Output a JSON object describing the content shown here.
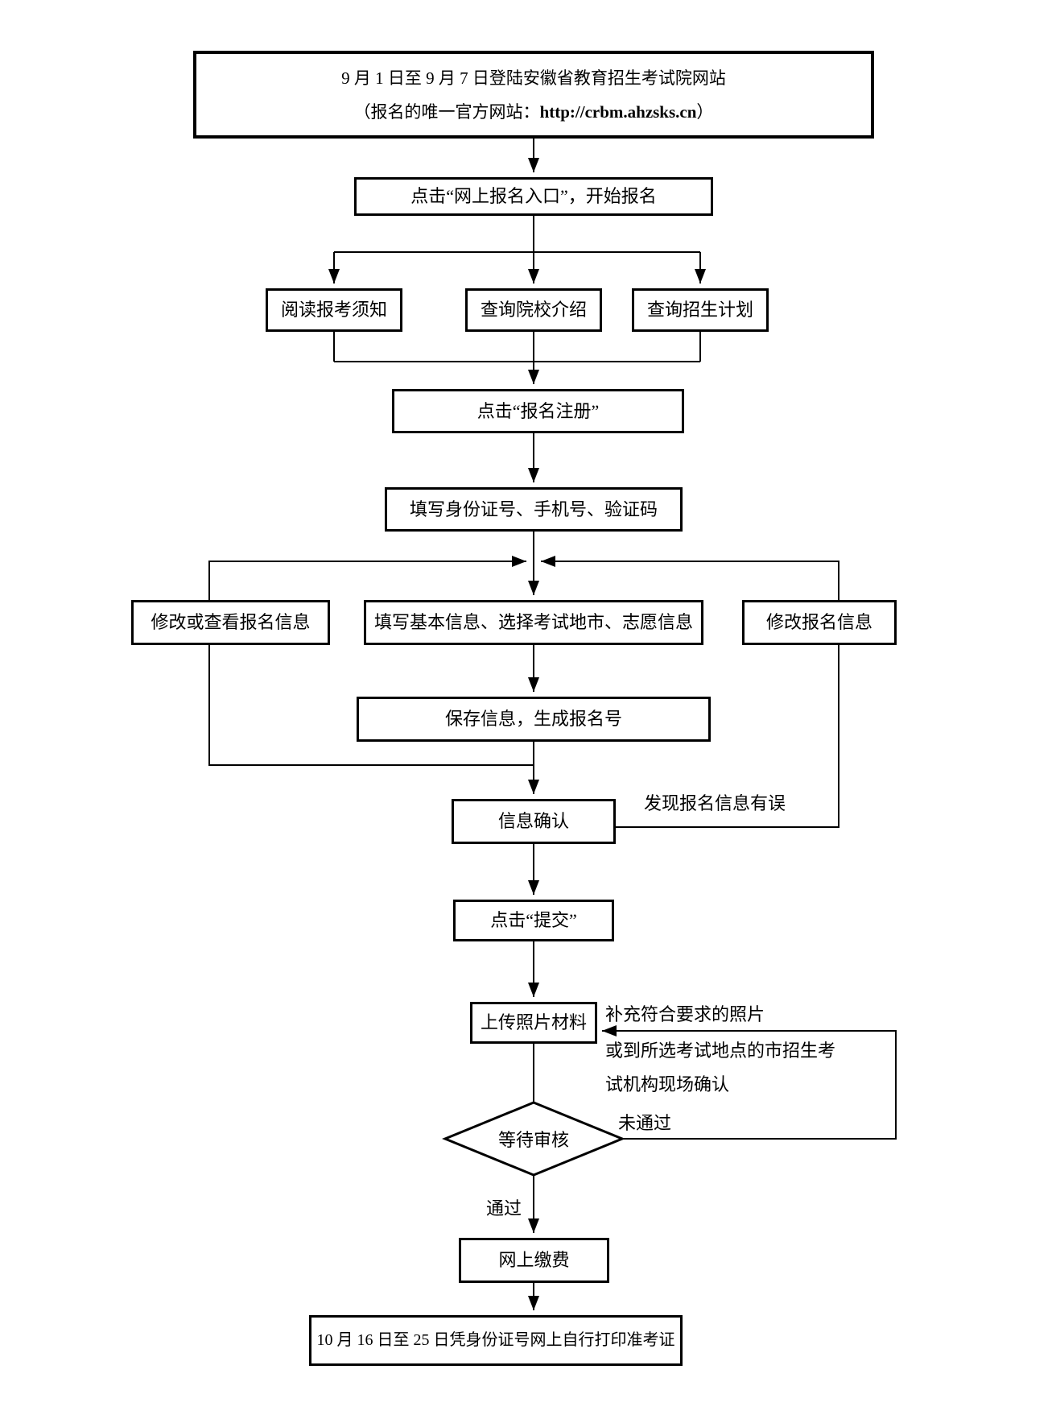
{
  "page": {
    "background_color": "#ffffff",
    "line_color": "#000000"
  },
  "flow": {
    "nodes": {
      "website": {
        "line1": "9 月 1 日至 9 月 7 日登陆安徽省教育招生考试院网站",
        "line2_prefix": "（报名的唯一官方网站：",
        "line2_url": "http://crbm.ahzsks.cn",
        "line2_suffix": "）"
      },
      "entry": {
        "label": "点击“网上报名入口”，开始报名"
      },
      "read_notice": {
        "label": "阅读报考须知"
      },
      "school_info": {
        "label": "查询院校介绍"
      },
      "enroll_plan": {
        "label": "查询招生计划"
      },
      "register": {
        "label": "点击“报名注册”"
      },
      "fill_id": {
        "label": "填写身份证号、手机号、验证码"
      },
      "modify_view": {
        "label": "修改或查看报名信息"
      },
      "fill_info": {
        "label": "填写基本信息、选择考试地市、志愿信息"
      },
      "modify": {
        "label": "修改报名信息"
      },
      "save": {
        "label": "保存信息，生成报名号"
      },
      "confirm": {
        "label": "信息确认"
      },
      "submit": {
        "label": "点击“提交”"
      },
      "upload": {
        "label": "上传照片材料"
      },
      "review": {
        "label": "等待审核",
        "shape": "decision"
      },
      "pay": {
        "label": "网上缴费"
      },
      "print": {
        "label": "10 月 16 日至 25 日凭身份证号网上自行打印准考证"
      }
    },
    "edge_labels": {
      "error_found": "发现报名信息有误",
      "supplement_line1": "补充符合要求的照片",
      "supplement_line2": "或到所选考试地点的市招生考",
      "supplement_line3": "试机构现场确认",
      "not_passed": "未通过",
      "passed": "通过"
    },
    "edges": [
      {
        "from": "website",
        "to": "entry"
      },
      {
        "from": "entry",
        "to": "read_notice"
      },
      {
        "from": "entry",
        "to": "school_info"
      },
      {
        "from": "entry",
        "to": "enroll_plan"
      },
      {
        "from": "read_notice",
        "to": "register"
      },
      {
        "from": "school_info",
        "to": "register"
      },
      {
        "from": "enroll_plan",
        "to": "register"
      },
      {
        "from": "register",
        "to": "fill_id"
      },
      {
        "from": "fill_id",
        "to": "fill_info"
      },
      {
        "from": "fill_info",
        "to": "save"
      },
      {
        "from": "save",
        "to": "confirm"
      },
      {
        "from": "save",
        "to": "modify_view"
      },
      {
        "from": "modify_view",
        "to": "fill_info"
      },
      {
        "from": "confirm",
        "to": "modify",
        "label": "发现报名信息有误"
      },
      {
        "from": "modify",
        "to": "fill_info"
      },
      {
        "from": "confirm",
        "to": "submit"
      },
      {
        "from": "submit",
        "to": "upload"
      },
      {
        "from": "upload",
        "to": "review"
      },
      {
        "from": "review",
        "to": "upload",
        "label": "未通过 / 补充符合要求的照片或到所选考试地点的市招生考试机构现场确认"
      },
      {
        "from": "review",
        "to": "pay",
        "label": "通过"
      },
      {
        "from": "pay",
        "to": "print"
      }
    ]
  }
}
